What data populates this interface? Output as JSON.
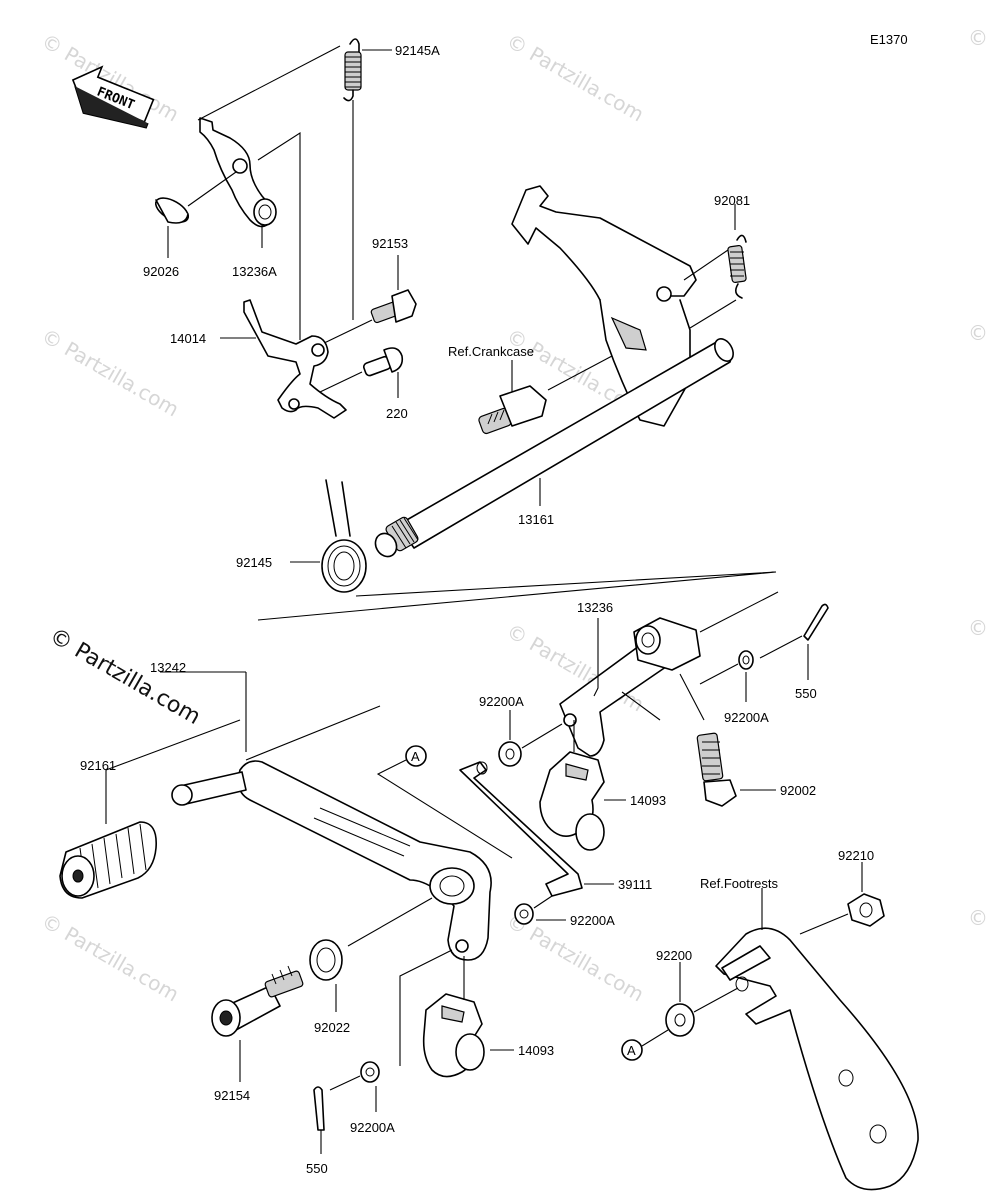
{
  "diagram": {
    "code": "E1370",
    "front_label": "FRONT",
    "watermark_main": "© Partzilla.com",
    "watermark_repeat": "© Partzilla.com",
    "parts": {
      "p92145A": "92145A",
      "p92026": "92026",
      "p13236A": "13236A",
      "p14014": "14014",
      "p92153": "92153",
      "p220": "220",
      "p92081": "92081",
      "ref_crankcase": "Ref.Crankcase",
      "p13161": "13161",
      "p92145": "92145",
      "p13236": "13236",
      "p550_top": "550",
      "p92200A_right": "92200A",
      "p92200A_mid": "92200A",
      "p13242": "13242",
      "p92161": "92161",
      "callout_a_top": "A",
      "p14093_upper": "14093",
      "p92002": "92002",
      "p39111": "39111",
      "p92200A_lower": "92200A",
      "p92210": "92210",
      "ref_footrests": "Ref.Footrests",
      "p92200": "92200",
      "p92022": "92022",
      "p92154": "92154",
      "p14093_lower": "14093",
      "callout_a_bottom": "A",
      "p92200A_bottom": "92200A",
      "p550_bottom": "550"
    }
  }
}
